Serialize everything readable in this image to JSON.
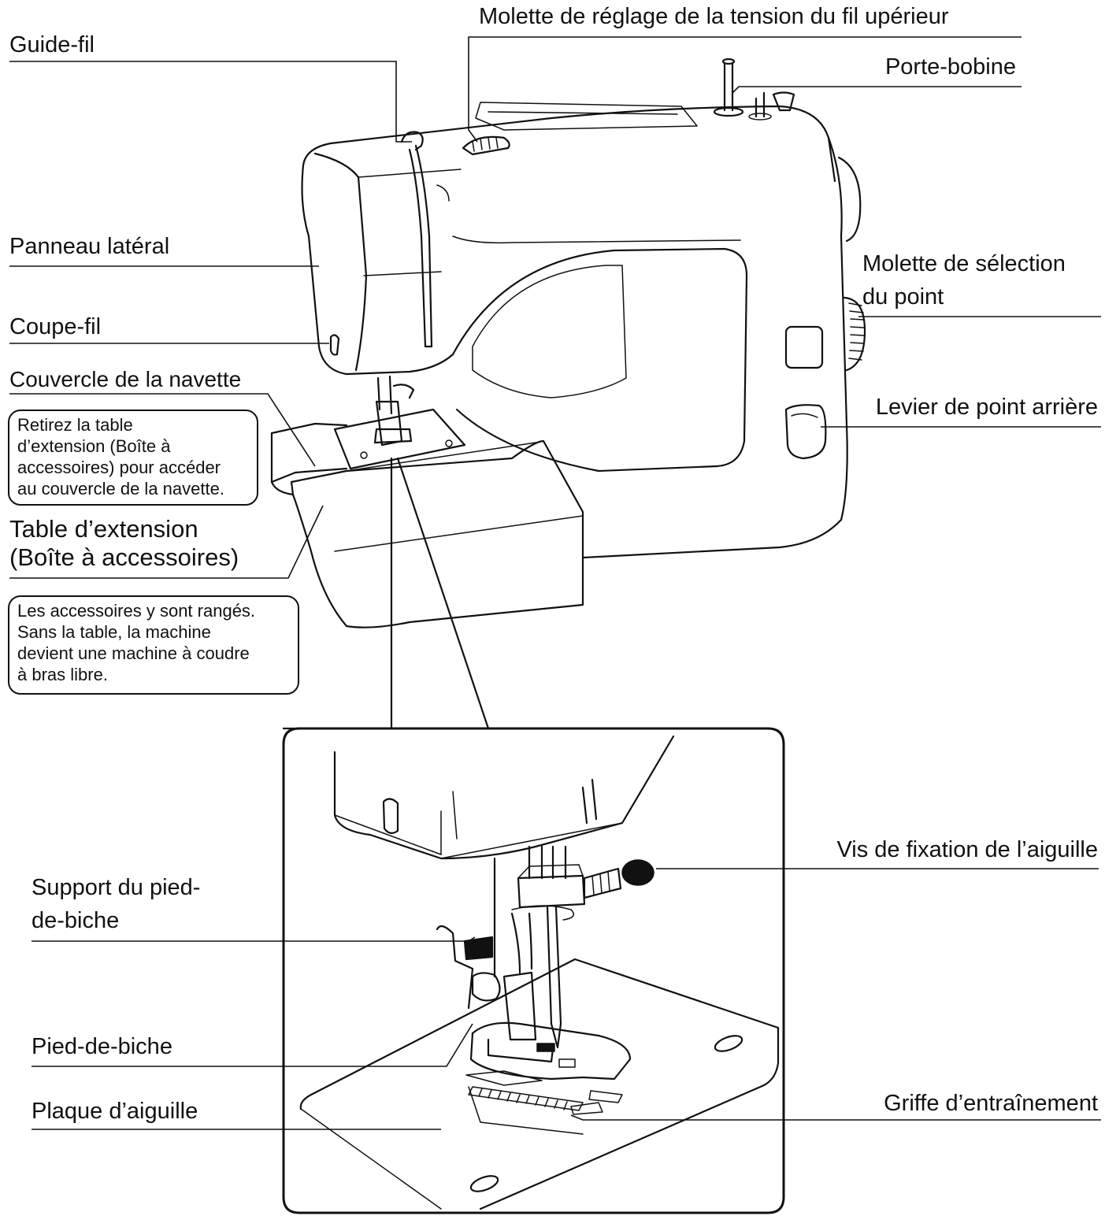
{
  "labels": {
    "guide_fil": "Guide-fil",
    "molette_tension": "Molette de réglage de la tension du fil upérieur",
    "porte_bobine": "Porte-bobine",
    "panneau_lateral": "Panneau latéral",
    "molette_selection_1": "Molette de sélection",
    "molette_selection_2": "du point",
    "coupe_fil": "Coupe-fil",
    "couvercle_navette": "Couvercle de la navette",
    "levier_point_arriere": "Levier de point arrière",
    "table_extension_1": "Table d’extension",
    "table_extension_2": "(Boîte à accessoires)",
    "vis_fixation": "Vis de fixation de  l’aiguille",
    "support_pied_1": "Support du pied-",
    "support_pied_2": "de-biche",
    "pied_de_biche": "Pied-de-biche",
    "plaque_aiguille": "Plaque d’aiguille",
    "griffe": "Griffe d’entraînement"
  },
  "notes": {
    "navette": [
      "Retirez la table",
      "d’extension (Boîte à",
      "accessoires) pour accéder",
      "au couvercle de la navette."
    ],
    "accessoires": [
      "Les accessoires y sont rangés.",
      "Sans la table, la machine",
      "devient une machine à coudre",
      "à bras libre."
    ]
  }
}
